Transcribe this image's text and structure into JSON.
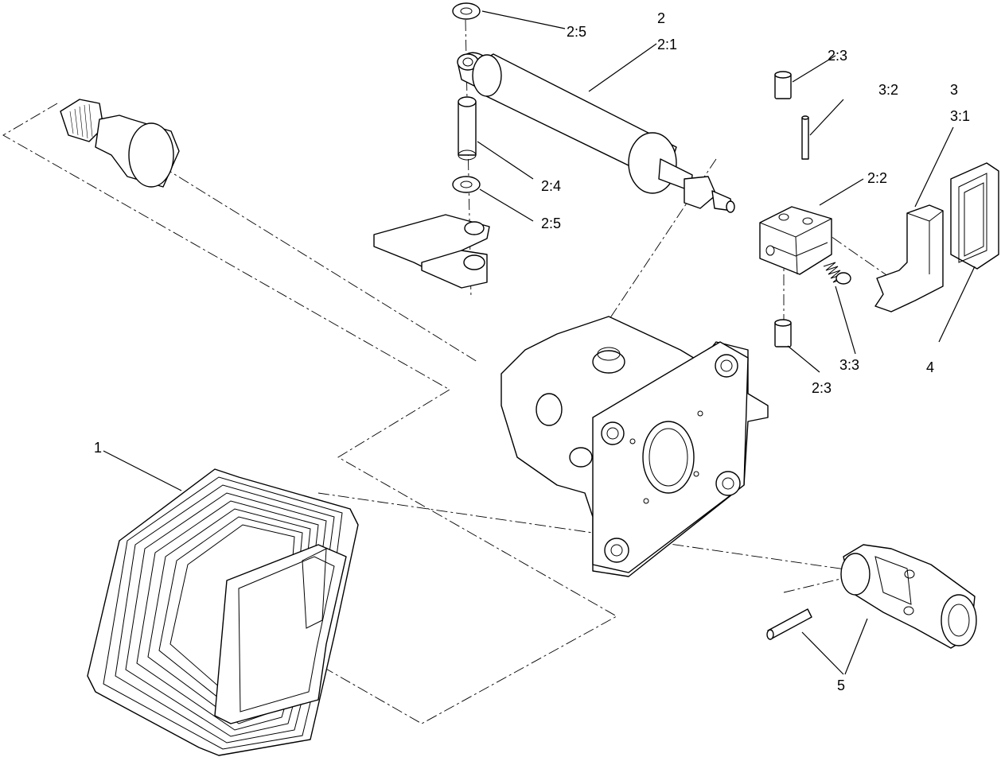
{
  "callouts": {
    "c_1": "1",
    "c_2": "2",
    "c_2_1": "2:1",
    "c_2_2": "2:2",
    "c_2_3_top": "2:3",
    "c_2_3_bottom": "2:3",
    "c_2_4": "2:4",
    "c_2_5_top": "2:5",
    "c_2_5_mid": "2:5",
    "c_3": "3",
    "c_3_1": "3:1",
    "c_3_2": "3:2",
    "c_3_3": "3:3",
    "c_4": "4",
    "c_5": "5"
  }
}
